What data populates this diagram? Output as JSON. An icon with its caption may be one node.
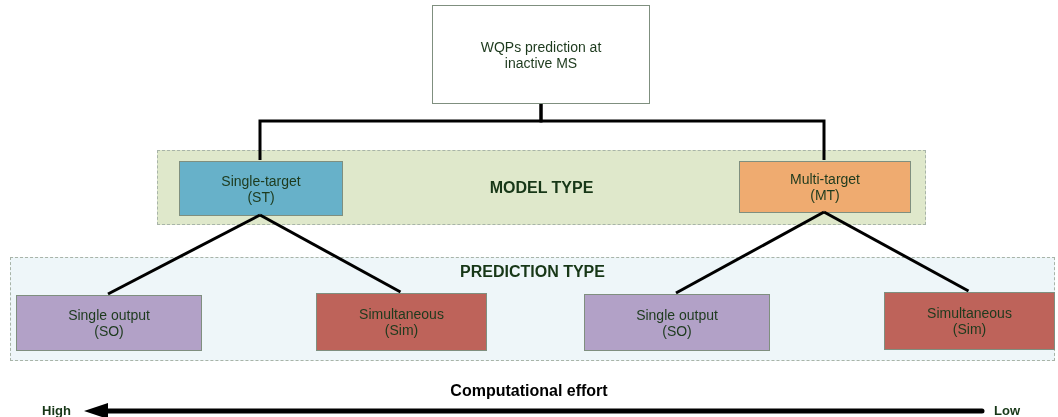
{
  "diagram": {
    "nodes": [
      {
        "text": [
          "WQPs prediction at inactive MS"
        ]
      },
      {
        "text": [
          "MODEL TYPE"
        ]
      },
      {
        "text": [
          "Single-target (ST)"
        ],
        "in": 1
      },
      {
        "text": [
          "Multi-target (MT)"
        ],
        "in": 1
      },
      {
        "text": [
          "PREDICTION TYPE"
        ]
      },
      {
        "text": [
          "Single output (SO)"
        ],
        "in": 4
      },
      {
        "text": [
          "Simultaneous (Sim)"
        ],
        "in": 4
      },
      {
        "text": [
          "Single output (SO)"
        ],
        "in": 4
      },
      {
        "text": [
          "Simultaneous (Sim)"
        ],
        "in": 4
      }
    ],
    "edges": [
      {
        "from": 0,
        "to": 2,
        "arrow": "none"
      },
      {
        "from": 0,
        "to": 3,
        "arrow": "none"
      },
      {
        "from": 2,
        "to": 5,
        "arrow": "none"
      },
      {
        "from": 2,
        "to": 6,
        "arrow": "none"
      },
      {
        "from": 3,
        "to": 7,
        "arrow": "none"
      },
      {
        "from": 3,
        "to": 8,
        "arrow": "none"
      }
    ],
    "labels": [
      "Computational effort",
      "High",
      "Low"
    ]
  }
}
